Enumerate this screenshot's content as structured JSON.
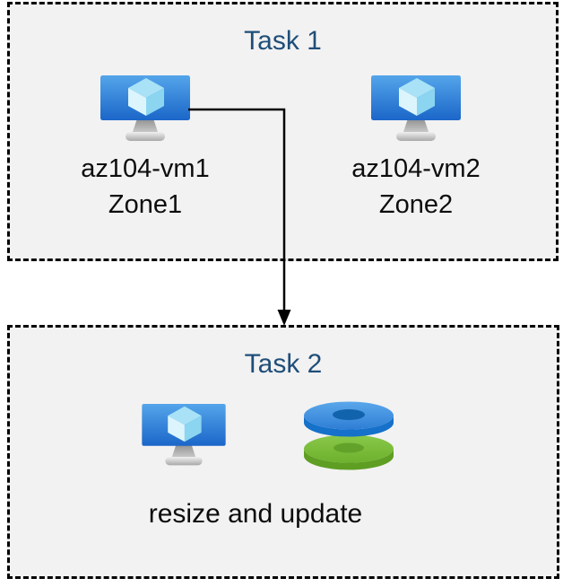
{
  "colors": {
    "page-bg": "#ffffff",
    "box-bg": "#f2f2f2",
    "box-border": "#000000",
    "title-text": "#1f4e79",
    "label-text": "#0d0d0d",
    "arrow": "#000000",
    "vm-screen-top": "#54a5ea",
    "vm-screen-bottom": "#1b66c9",
    "disk-blue": "#2e7ed5",
    "disk-blue-side": "#1571c9",
    "disk-green": "#6db12d",
    "disk-green-side": "#5e9e22"
  },
  "task1": {
    "title": "Task 1",
    "vms": [
      {
        "name": "az104-vm1",
        "zone": "Zone1",
        "icon": "virtual-machine-icon"
      },
      {
        "name": "az104-vm2",
        "zone": "Zone2",
        "icon": "virtual-machine-icon"
      }
    ]
  },
  "connector": {
    "from": "az104-vm1",
    "to": "Task 2",
    "style": "elbow-arrow"
  },
  "task2": {
    "title": "Task 2",
    "icons": [
      "virtual-machine-icon",
      "managed-disks-icon"
    ],
    "caption": "resize and update"
  }
}
